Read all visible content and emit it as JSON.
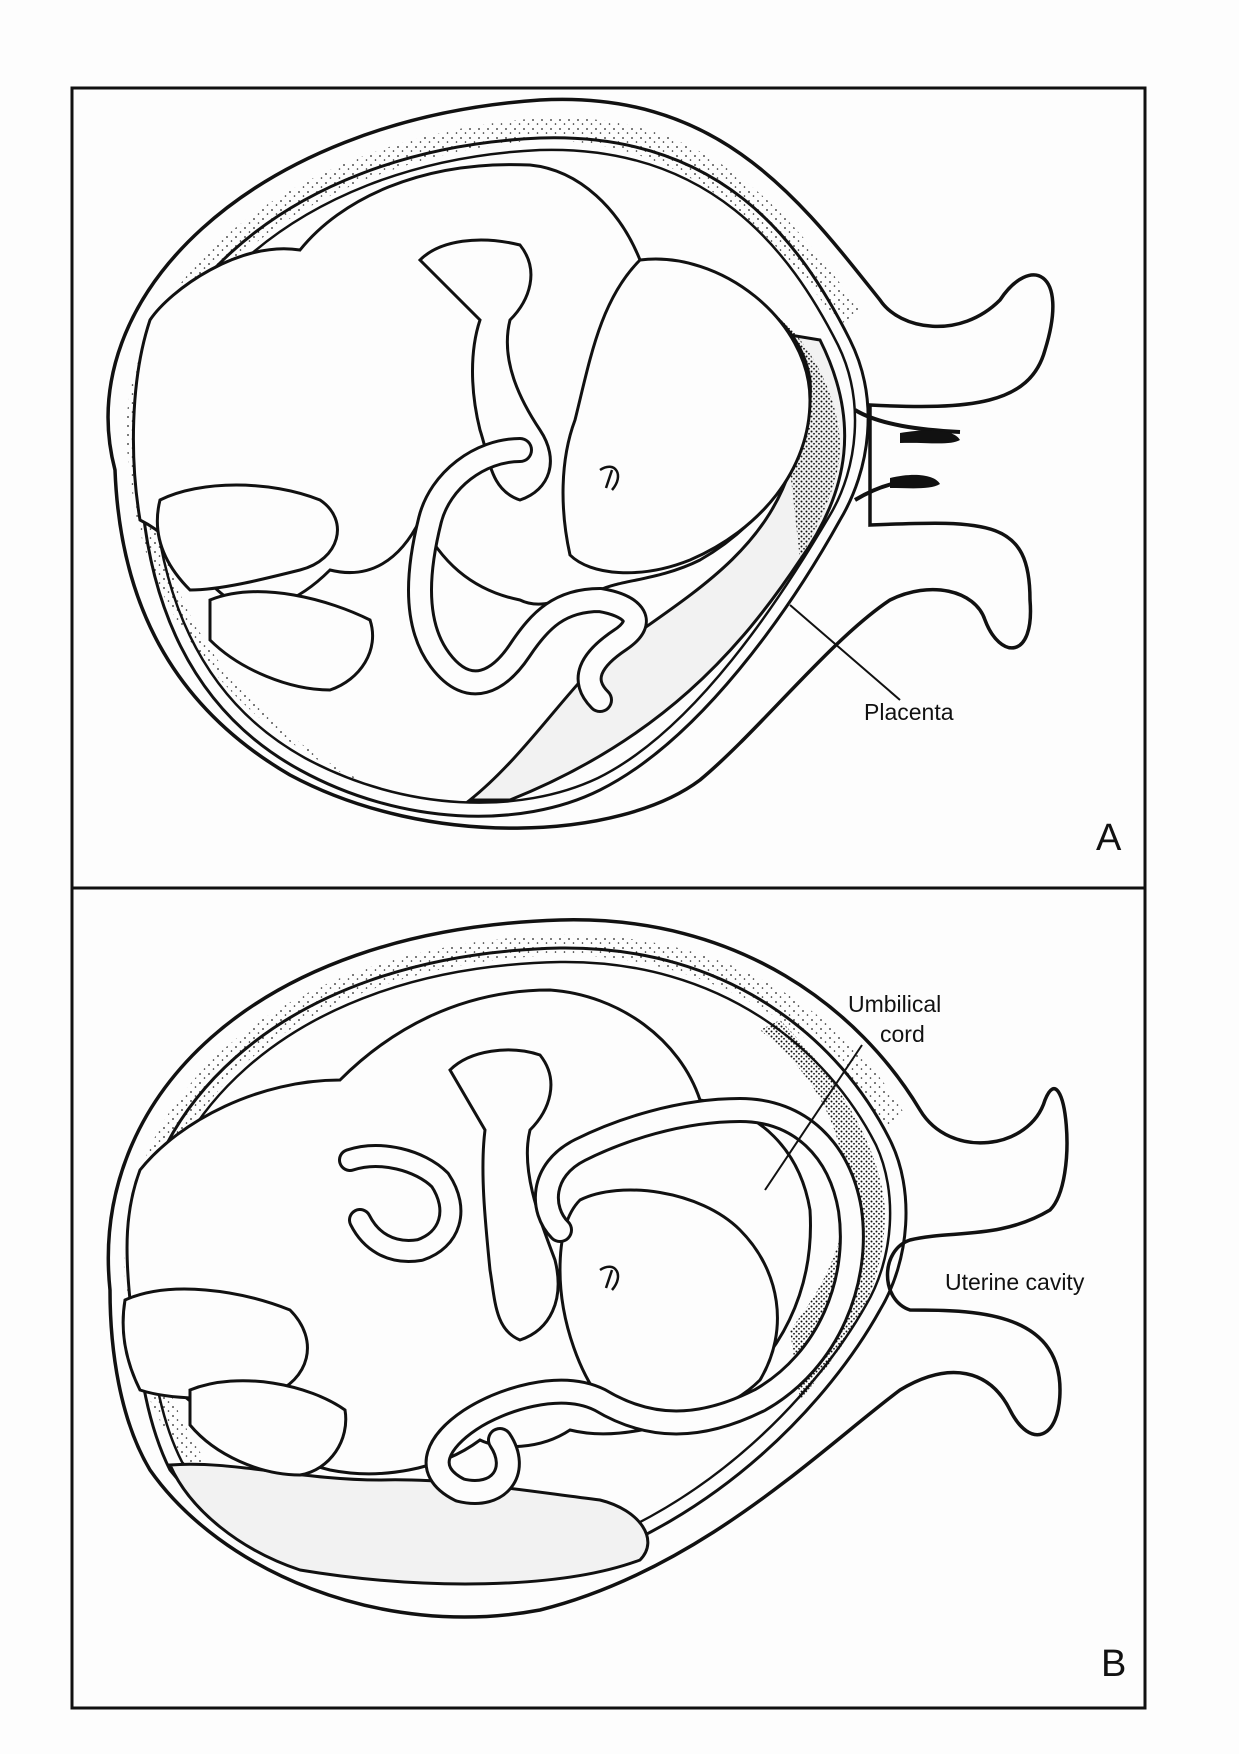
{
  "panels": [
    {
      "letter": "A",
      "labels": {
        "placenta": "Placenta"
      }
    },
    {
      "letter": "B",
      "labels": {
        "umbilical_line1": "Umbilical",
        "umbilical_line2": "cord",
        "uterine_cavity": "Uterine cavity"
      }
    }
  ],
  "colors": {
    "ink": "#111111",
    "paper": "#fdfdfd",
    "placenta_fill": "#f2f2f2"
  }
}
